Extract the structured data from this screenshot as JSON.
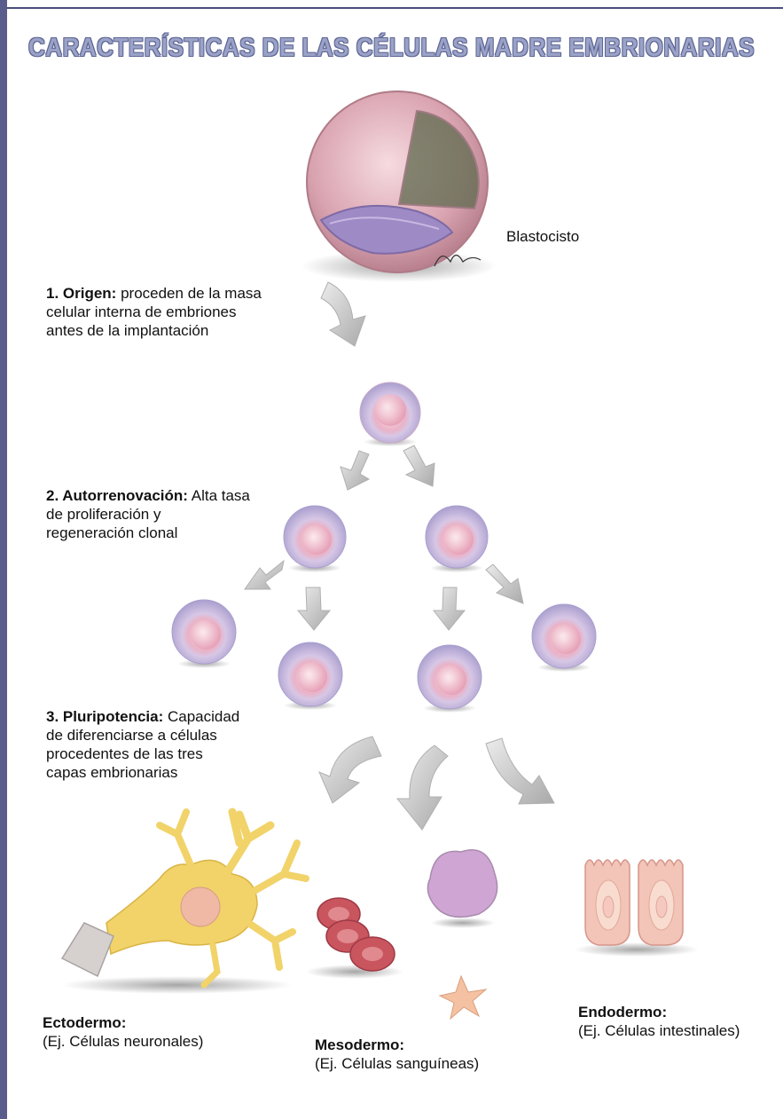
{
  "title": "CARACTERÍSTICAS DE LAS CÉLULAS MADRE EMBRIONARIAS",
  "blastocyst_label": "Blastocisto",
  "steps": [
    {
      "heading": "1. Origen:",
      "lines": [
        " proceden de la masa",
        "celular interna de embriones",
        "antes de la implantación"
      ]
    },
    {
      "heading": "2. Autorrenovación:",
      "lines": [
        " Alta tasa",
        "de proliferación y",
        "regeneración clonal"
      ]
    },
    {
      "heading": "3. Pluripotencia:",
      "lines": [
        " Capacidad",
        "de diferenciarse a células",
        "procedentes de las tres",
        "capas embrionarias"
      ]
    }
  ],
  "layers": [
    {
      "name": "Ectodermo:",
      "example": "(Ej. Células neuronales)"
    },
    {
      "name": "Mesodermo:",
      "example": "(Ej. Células sanguíneas)"
    },
    {
      "name": "Endodermo:",
      "example": "(Ej. Células intestinales)"
    }
  ],
  "colors": {
    "frame": "#5a5d8c",
    "title": "#9aa3c7",
    "arrow": "#c9c9c9",
    "cell_rim": "#b9b2d8",
    "cell_core": "#f1c9d6",
    "neuron": "#f1d36a",
    "blood": "#c9555f",
    "intestine": "#f3c4b8"
  }
}
